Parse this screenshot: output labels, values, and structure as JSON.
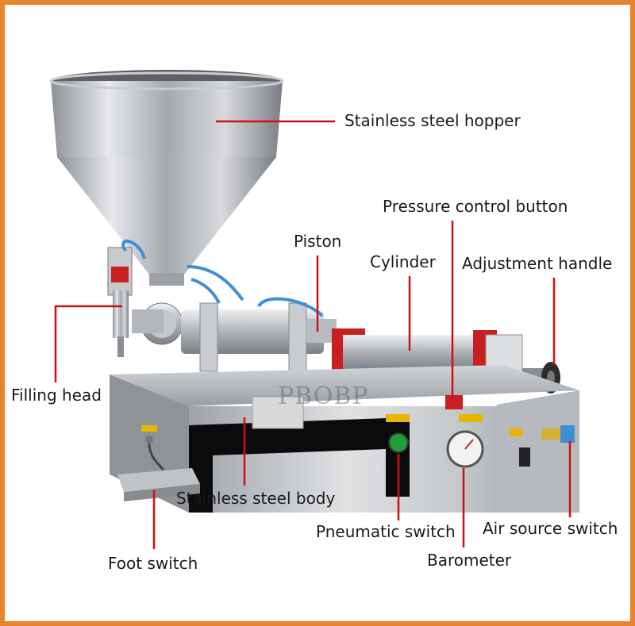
{
  "watermark": "PBOBP",
  "labels": {
    "hopper": "Stainless steel hopper",
    "pressure_button": "Pressure control button",
    "piston": "Piston",
    "cylinder": "Cylinder",
    "adjustment_handle": "Adjustment handle",
    "filling_head": "Filling head",
    "body": "Stainless steel body",
    "pneumatic_switch": "Pneumatic switch",
    "air_source_switch": "Air source switch",
    "foot_switch": "Foot switch",
    "barometer": "Barometer"
  },
  "colors": {
    "frame": "#e8842c",
    "leader_line": "#d01010",
    "steel": "#b9bcc0",
    "dark_steel": "#6f7378",
    "red_parts": "#c82020",
    "pipe": "#3f8fd6"
  }
}
